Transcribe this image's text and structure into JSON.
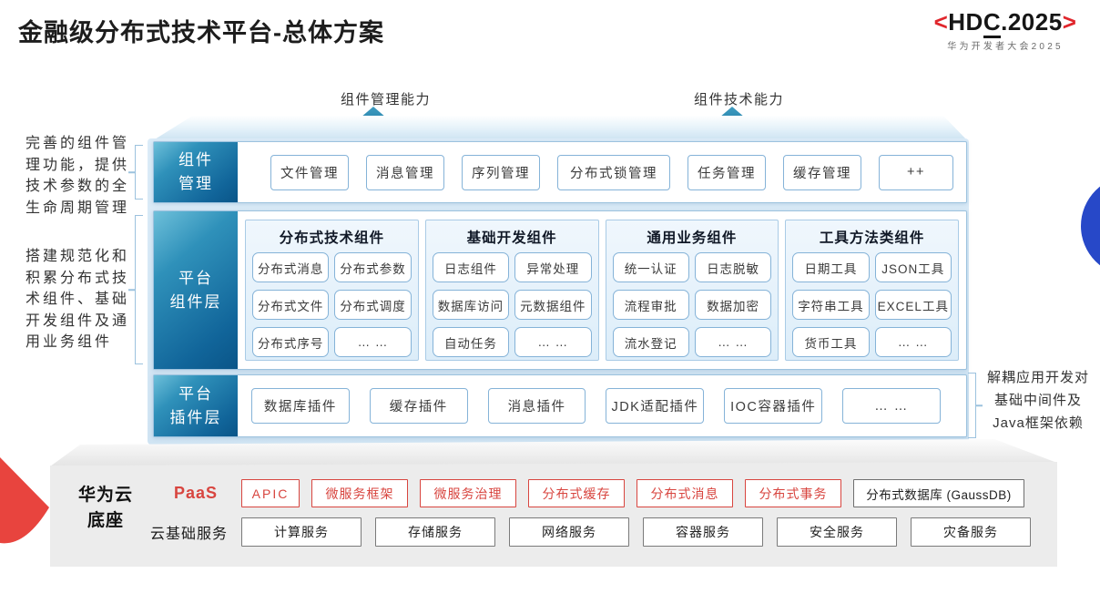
{
  "page": {
    "title": "金融级分布式技术平台-总体方案"
  },
  "logo": {
    "open": "<",
    "hd": "HD",
    "c": "C",
    "rest": ".2025",
    "close": ">",
    "subtitle": "华为开发者大会2025"
  },
  "notes": {
    "left_top": "完善的组件管理功能，提供技术参数的全生命周期管理",
    "left_bottom": "搭建规范化和积累分布式技术组件、基础开发组件及通用业务组件",
    "right": "解耦应用开发对\n基础中间件及\nJava框架依赖"
  },
  "arrows": {
    "left": "组件管理能力",
    "right": "组件技术能力"
  },
  "layers": {
    "management": {
      "label": "组件\n管理",
      "items": [
        "文件管理",
        "消息管理",
        "序列管理",
        "分布式锁管理",
        "任务管理",
        "缓存管理",
        "++"
      ]
    },
    "components": {
      "label": "平台\n组件层",
      "groups": [
        {
          "title": "分布式技术组件",
          "items": [
            "分布式消息",
            "分布式参数",
            "分布式文件",
            "分布式调度",
            "分布式序号",
            "… …"
          ]
        },
        {
          "title": "基础开发组件",
          "items": [
            "日志组件",
            "异常处理",
            "数据库访问",
            "元数据组件",
            "自动任务",
            "… …"
          ]
        },
        {
          "title": "通用业务组件",
          "items": [
            "统一认证",
            "日志脱敏",
            "流程审批",
            "数据加密",
            "流水登记",
            "… …"
          ]
        },
        {
          "title": "工具方法类组件",
          "items": [
            "日期工具",
            "JSON工具",
            "字符串工具",
            "EXCEL工具",
            "货币工具",
            "… …"
          ]
        }
      ]
    },
    "plugins": {
      "label": "平台\n插件层",
      "items": [
        "数据库插件",
        "缓存插件",
        "消息插件",
        "JDK适配插件",
        "IOC容器插件",
        "… …"
      ]
    }
  },
  "foundation": {
    "label": "华为云\n底座",
    "paas": {
      "label": "PaaS",
      "items": [
        "APIC",
        "微服务框架",
        "微服务治理",
        "分布式缓存",
        "分布式消息",
        "分布式事务"
      ],
      "neutral_item": "分布式数据库 (GaussDB)"
    },
    "cloud": {
      "label": "云基础服务",
      "items": [
        "计算服务",
        "存储服务",
        "网络服务",
        "容器服务",
        "安全服务",
        "灾备服务"
      ]
    }
  },
  "colors": {
    "teal_dark": "#0a5588",
    "teal_light": "#6ec0da",
    "row_border": "#9cc2de",
    "chip_border": "#85b3d8",
    "paas_red": "#d8453f",
    "logo_red": "#e0262c",
    "arrow_teal": "#1a76a2",
    "blue_circle": "#2748c8",
    "foundation_gray": "#ececec"
  }
}
